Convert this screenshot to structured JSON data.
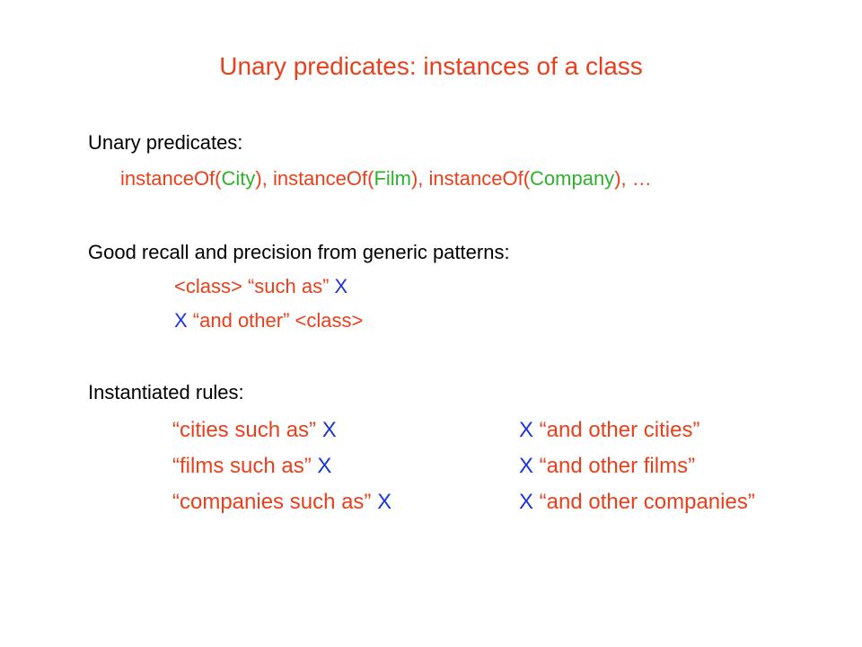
{
  "slide": {
    "title": "Unary predicates: instances of a class",
    "sections": {
      "unary": {
        "heading": "Unary predicates:",
        "examples": [
          {
            "text": "instanceOf(",
            "color": "#e8401c"
          },
          {
            "text": "City",
            "color": "#2fb12f"
          },
          {
            "text": "), instanceOf(",
            "color": "#e8401c"
          },
          {
            "text": "Film",
            "color": "#2fb12f"
          },
          {
            "text": "), instanceOf(",
            "color": "#e8401c"
          },
          {
            "text": "Company",
            "color": "#2fb12f"
          },
          {
            "text": "), …",
            "color": "#e8401c"
          }
        ]
      },
      "patterns": {
        "heading": "Good recall and precision from generic patterns:",
        "line1": {
          "cls": "<class>",
          "phrase": " “such as” ",
          "var": "X"
        },
        "line2": {
          "var": "X",
          "phrase": " “and other” ",
          "cls": "<class>"
        }
      },
      "rules": {
        "heading": "Instantiated rules:",
        "left": [
          {
            "phrase": "“cities such as” ",
            "var": "X"
          },
          {
            "phrase": "“films such as” ",
            "var": "X"
          },
          {
            "phrase": "“companies such as” ",
            "var": "X"
          }
        ],
        "right": [
          {
            "var": "X",
            "phrase": " “and other cities”"
          },
          {
            "var": "X",
            "phrase": " “and other films”"
          },
          {
            "var": "X",
            "phrase": " “and other companies”"
          }
        ]
      }
    }
  }
}
